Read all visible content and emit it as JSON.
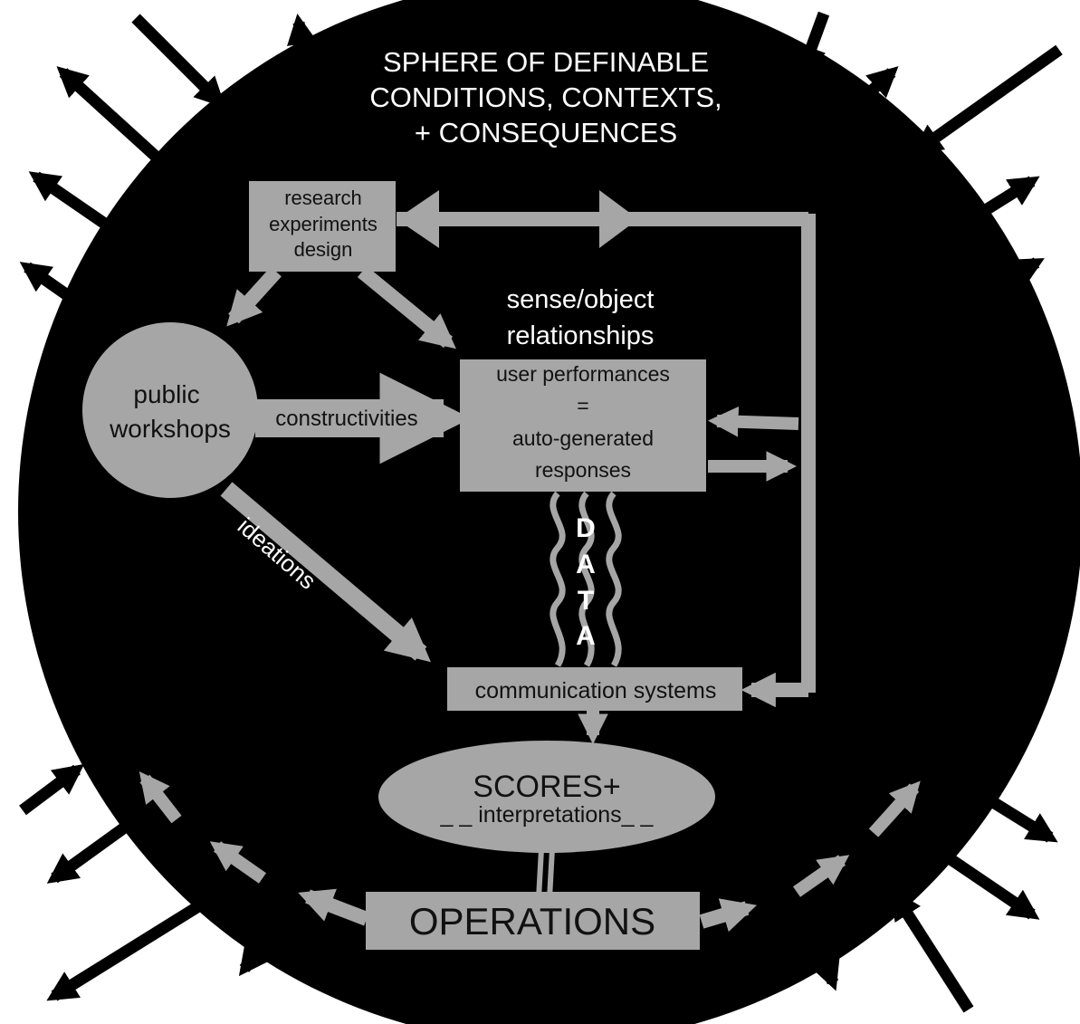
{
  "colors": {
    "sphere": "#000000",
    "node": "#a6a6a6",
    "text_light": "#ffffff",
    "text_dark": "#111111",
    "background": "#ffffff"
  },
  "sphere": {
    "title_lines": [
      "SPHERE OF DEFINABLE",
      "CONDITIONS, CONTEXTS,",
      "+ CONSEQUENCES"
    ]
  },
  "nodes": {
    "research": {
      "lines": [
        "research",
        "experiments",
        "design"
      ]
    },
    "workshops": {
      "lines": [
        "public",
        "workshops"
      ]
    },
    "sense_object": {
      "lines": [
        "sense/object",
        "relationships"
      ]
    },
    "user_box": {
      "line1": "user performances",
      "eq": "=",
      "line3": "auto-generated",
      "line4": "responses"
    },
    "comm": {
      "label": "communication systems"
    },
    "scores": {
      "title": "SCORES+",
      "sub": "_ _ interpretations_ _"
    },
    "operations": {
      "label": "OPERATIONS"
    }
  },
  "edges": {
    "constructivities": "constructivities",
    "ideations": "ideations",
    "data": [
      "D",
      "A",
      "T",
      "A"
    ]
  }
}
